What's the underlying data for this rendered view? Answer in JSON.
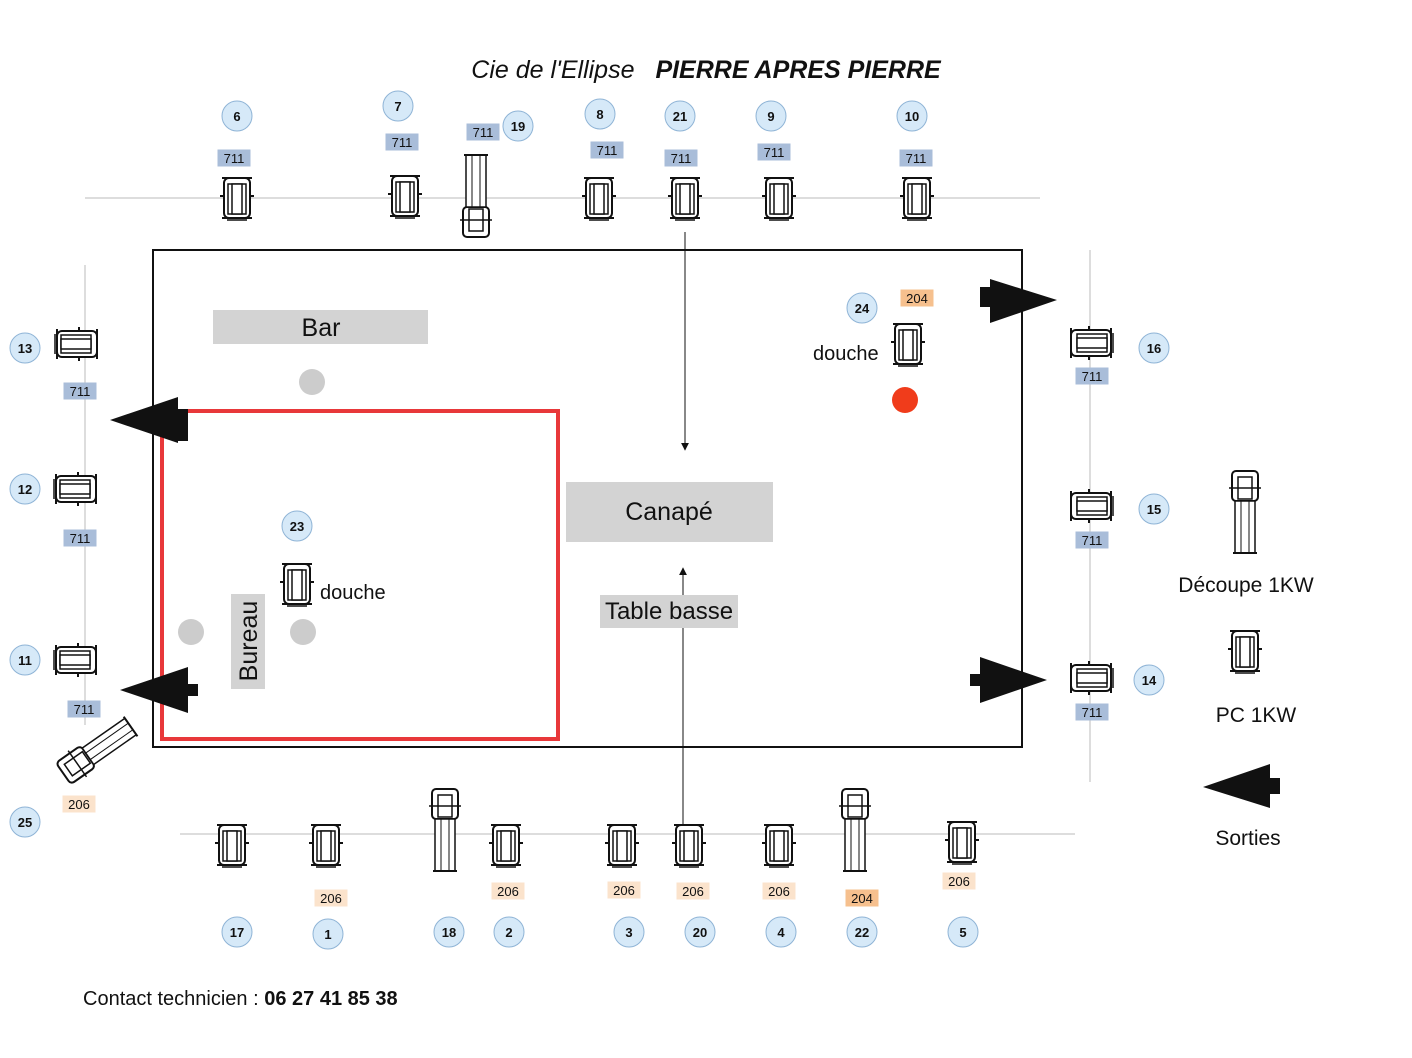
{
  "title": {
    "company": "Cie de l'Ellipse",
    "show": "PIERRE APRES PIERRE"
  },
  "set": {
    "bar": "Bar",
    "canape": "Canapé",
    "table_basse": "Table basse",
    "bureau": "Bureau",
    "douche_left": "douche",
    "douche_right": "douche"
  },
  "legend": {
    "decoupe": "Découpe 1KW",
    "pc": "PC 1KW",
    "sorties": "Sorties"
  },
  "contact": {
    "label": "Contact technicien : ",
    "phone": "06 27 41 85 38"
  },
  "colors": {
    "circle_fill": "#d6e9f8",
    "circle_stroke": "#8fb4d6",
    "tag_711": "#a9bdd9",
    "tag_206": "#fbe3cc",
    "tag_204": "#f6c08e",
    "acting_area": "#e8383a",
    "red_dot": "#f03c1b",
    "furniture": "#d3d3d3",
    "grey_dot": "#cccccc"
  },
  "fixtures": [
    {
      "num": "6",
      "gel": "711",
      "type": "pc-1kw",
      "side": "top"
    },
    {
      "num": "7",
      "gel": "711",
      "type": "pc-1kw",
      "side": "top"
    },
    {
      "num": "19",
      "gel": "711",
      "type": "decoupe-1kw",
      "side": "top"
    },
    {
      "num": "8",
      "gel": "711",
      "type": "pc-1kw",
      "side": "top"
    },
    {
      "num": "21",
      "gel": "711",
      "type": "pc-1kw",
      "side": "top"
    },
    {
      "num": "9",
      "gel": "711",
      "type": "pc-1kw",
      "side": "top"
    },
    {
      "num": "10",
      "gel": "711",
      "type": "pc-1kw",
      "side": "top"
    },
    {
      "num": "13",
      "gel": "711",
      "type": "pc-1kw",
      "side": "left"
    },
    {
      "num": "12",
      "gel": "711",
      "type": "pc-1kw",
      "side": "left"
    },
    {
      "num": "11",
      "gel": "711",
      "type": "pc-1kw",
      "side": "left"
    },
    {
      "num": "25",
      "gel": "206",
      "type": "decoupe-1kw",
      "side": "left"
    },
    {
      "num": "16",
      "gel": "711",
      "type": "pc-1kw",
      "side": "right"
    },
    {
      "num": "15",
      "gel": "711",
      "type": "pc-1kw",
      "side": "right"
    },
    {
      "num": "14",
      "gel": "711",
      "type": "pc-1kw",
      "side": "right"
    },
    {
      "num": "24",
      "gel": "204",
      "type": "pc-1kw",
      "side": "stage"
    },
    {
      "num": "23",
      "gel": "",
      "type": "pc-1kw",
      "side": "stage"
    },
    {
      "num": "17",
      "gel": "",
      "type": "pc-1kw",
      "side": "bottom"
    },
    {
      "num": "1",
      "gel": "206",
      "type": "pc-1kw",
      "side": "bottom"
    },
    {
      "num": "18",
      "gel": "",
      "type": "decoupe-1kw",
      "side": "bottom"
    },
    {
      "num": "2",
      "gel": "206",
      "type": "pc-1kw",
      "side": "bottom"
    },
    {
      "num": "3",
      "gel": "206",
      "type": "pc-1kw",
      "side": "bottom"
    },
    {
      "num": "20",
      "gel": "206",
      "type": "pc-1kw",
      "side": "bottom"
    },
    {
      "num": "4",
      "gel": "206",
      "type": "pc-1kw",
      "side": "bottom"
    },
    {
      "num": "22",
      "gel": "204",
      "type": "decoupe-1kw",
      "side": "bottom"
    },
    {
      "num": "5",
      "gel": "206",
      "type": "pc-1kw",
      "side": "bottom"
    }
  ]
}
